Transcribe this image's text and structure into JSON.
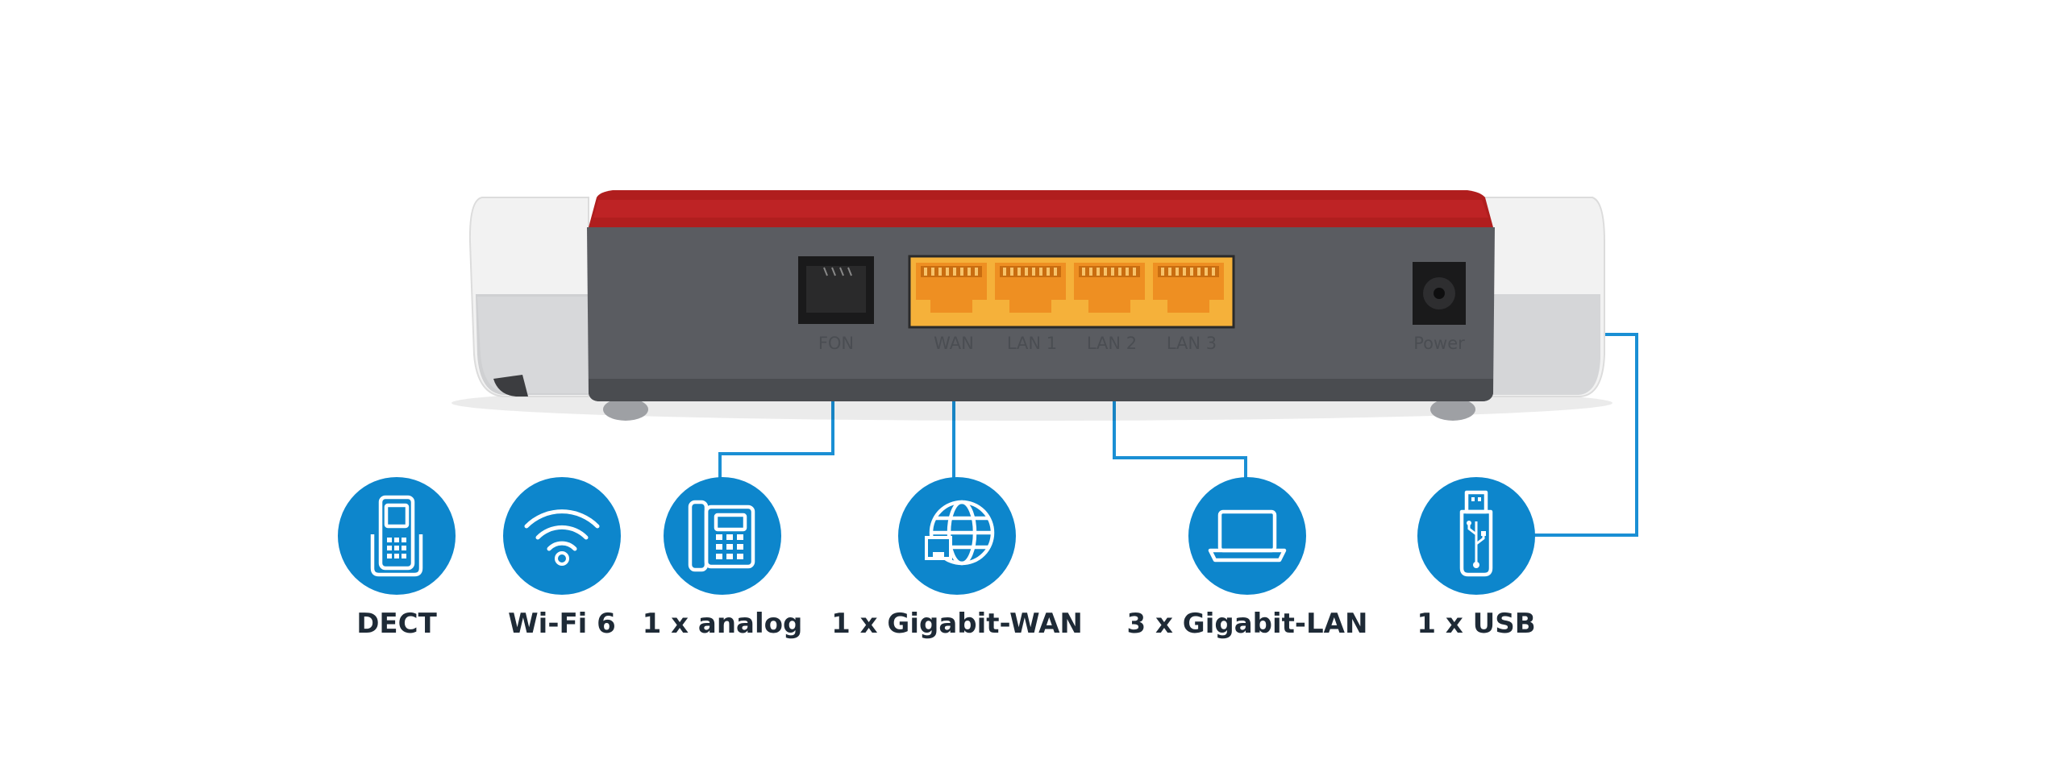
{
  "device": {
    "port_labels": {
      "fon": "FON",
      "wan": "WAN",
      "lan1": "LAN 1",
      "lan2": "LAN 2",
      "lan3": "LAN 3",
      "power": "Power"
    }
  },
  "features": [
    {
      "icon": "dect-handset-icon",
      "label": "DECT"
    },
    {
      "icon": "wifi-icon",
      "label": "Wi-Fi 6"
    },
    {
      "icon": "analog-phone-icon",
      "label": "1 x analog"
    },
    {
      "icon": "globe-network-icon",
      "label": "1 x Gigabit-WAN"
    },
    {
      "icon": "laptop-icon",
      "label": "3 x Gigabit-LAN"
    },
    {
      "icon": "usb-icon",
      "label": "1 x USB"
    }
  ],
  "colors": {
    "icon_circle": "#0d86cc",
    "connector_line": "#1a8fd4",
    "router_body": "#5a5c61",
    "router_top": "#b01e1e",
    "lan_ports": "#f7a23a",
    "side_caps": "#f2f2f2"
  }
}
